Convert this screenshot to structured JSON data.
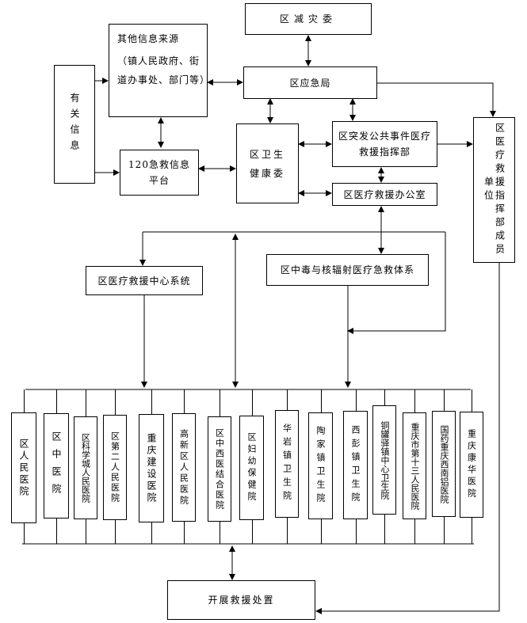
{
  "nodes": {
    "jianzai": "区减灾委",
    "qita_title": "其他信息来源",
    "qita_detail": "（镇人民政府、街道办事处、部门等）",
    "youguan": "有关信息",
    "yingji": "区应急局",
    "weijian": "区卫生健康委",
    "platform120": "120急救信息平台",
    "tufa": "区突发公共事件医疗救援指挥部",
    "bangongshi": "区医疗救援办公室",
    "zhihui_units": "区医疗救援指挥部成员单位",
    "center_system": "区医疗救援中心系统",
    "zhongdu": "区中毒与核辐射医疗急救体系",
    "kaizhan": "开展救援处置"
  },
  "hospitals": [
    "区人民医院",
    "区中医院",
    "区科学城人民医院",
    "区第二人民医院",
    "重庆建设医院",
    "高新区人民医院",
    "区中西医结合医院",
    "区妇幼保健院",
    "华岩镇卫生院",
    "陶家镇卫生院",
    "西彭镇卫生院",
    "铜罐驿镇中心卫生院",
    "重庆市第十三人民医院",
    "国药重庆西南铝医院",
    "重庆康华医院"
  ]
}
